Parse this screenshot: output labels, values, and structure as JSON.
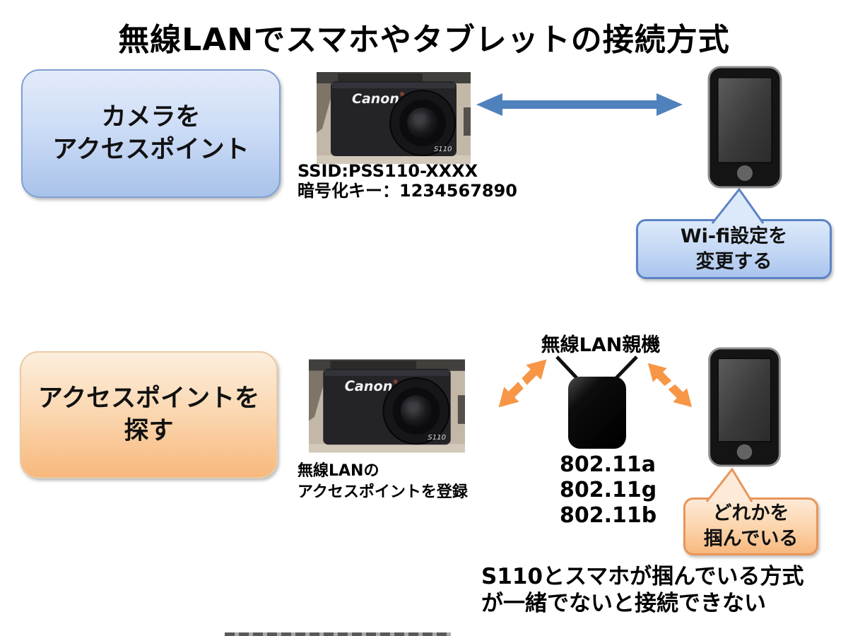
{
  "title": "無線LANでスマホやタブレットの接続方式",
  "colors": {
    "blue_accent": "#4F81BD",
    "orange_accent": "#F79646",
    "blue_box_border": "#7F9FD2",
    "blue_callout_border": "#5D83C4",
    "orange_callout_border": "#E8955A"
  },
  "top_section": {
    "box": {
      "line1": "カメラを",
      "line2": "アクセスポイント"
    },
    "camera": {
      "brand": "Canon",
      "model": "S110"
    },
    "ssid": {
      "line1": "SSID:PSS110-XXXX",
      "line2": "暗号化キー：1234567890"
    },
    "callout": {
      "line1": "Wi-fi設定を",
      "line2": "変更する"
    }
  },
  "bottom_section": {
    "box": {
      "line1": "アクセスポイントを",
      "line2": "探す"
    },
    "camera": {
      "brand": "Canon",
      "model": "S110"
    },
    "register_note": {
      "line1": "無線LANの",
      "line2": "アクセスポイントを登録"
    },
    "router_label": "無線LAN親機",
    "standards": [
      "802.11a",
      "802.11g",
      "802.11b"
    ],
    "callout": {
      "line1": "どれかを",
      "line2": "掴んでいる"
    },
    "footnote": {
      "line1": "S110とスマホが掴んでいる方式",
      "line2": "が一緒でないと接続できない"
    }
  }
}
